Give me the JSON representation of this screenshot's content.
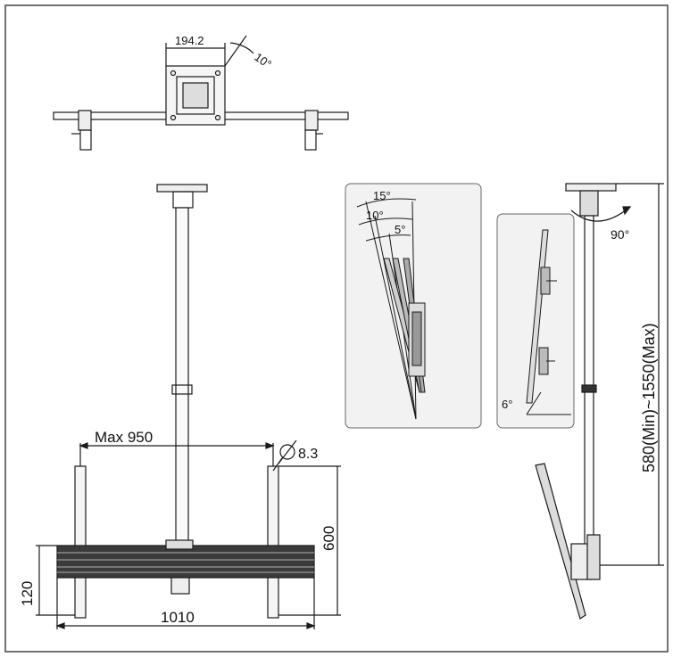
{
  "labels": {
    "top_width": "194.2",
    "top_angle": "10°",
    "max_width": "Max 950",
    "hole_diameter": "8.3",
    "height_600": "600",
    "height_120": "120",
    "width_1010": "1010",
    "tilt_15": "15°",
    "tilt_10": "10°",
    "tilt_5": "5°",
    "tilt_6": "6°",
    "swivel_90": "90°",
    "pole_length": "580(Min)~1550(Max)"
  },
  "colors": {
    "stroke": "#1a1a1a",
    "frame": "#444444",
    "panel_fill": "#f2f2f2"
  }
}
